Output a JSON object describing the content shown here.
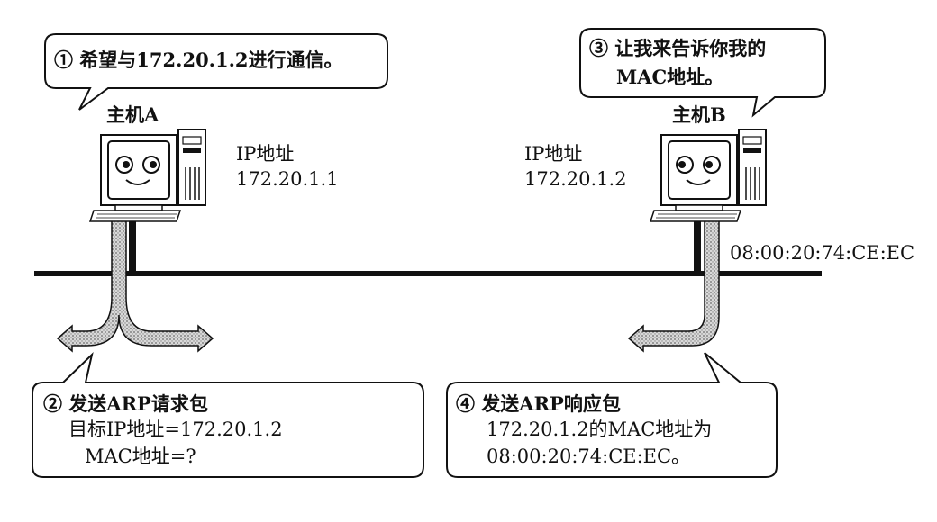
{
  "bubbles": {
    "a_request_intent": "① 希望与172.20.1.2进行通信。",
    "b_reply_intent_line1": "③ 让我来告诉你我的",
    "b_reply_intent_line2": "MAC地址。",
    "arp_request_line1": "② 发送ARP请求包",
    "arp_request_line2": "目标IP地址=172.20.1.2",
    "arp_request_line3": "MAC地址=?",
    "arp_reply_line1": "④ 发送ARP响应包",
    "arp_reply_line2": "172.20.1.2的MAC地址为",
    "arp_reply_line3": "08:00:20:74:CE:EC。"
  },
  "host_a": {
    "name": "主机A",
    "ip_label": "IP地址",
    "ip": "172.20.1.1"
  },
  "host_b": {
    "name": "主机B",
    "ip_label": "IP地址",
    "ip": "172.20.1.2",
    "mac": "08:00:20:74:CE:EC"
  }
}
